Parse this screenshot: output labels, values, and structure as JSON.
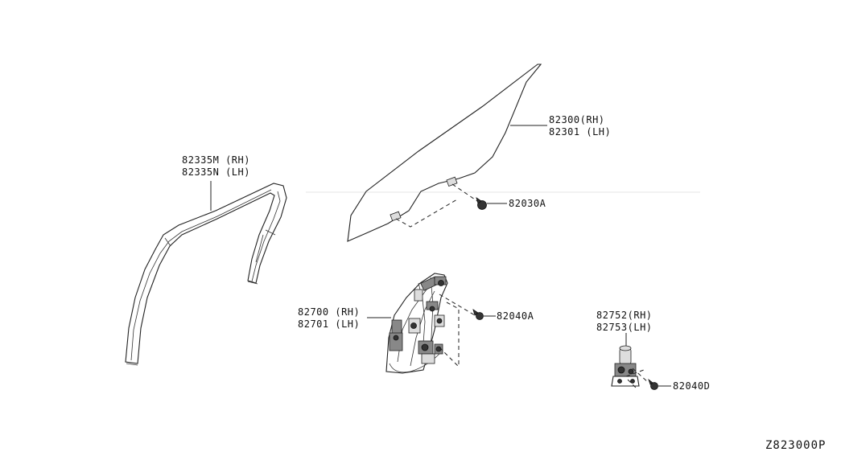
{
  "labels": {
    "run_channel": {
      "rh": "82335M (RH)",
      "lh": "82335N (LH)"
    },
    "door_glass": {
      "rh": "82300(RH)",
      "lh": "82301 (LH)"
    },
    "glass_bolt": "82030A",
    "regulator": {
      "rh": "82700 (RH)",
      "lh": "82701 (LH)"
    },
    "regulator_bolt": "82040A",
    "motor": {
      "rh": "82752(RH)",
      "lh": "82753(LH)"
    },
    "motor_screw": "82040D"
  },
  "diagram_code": "Z823000P"
}
